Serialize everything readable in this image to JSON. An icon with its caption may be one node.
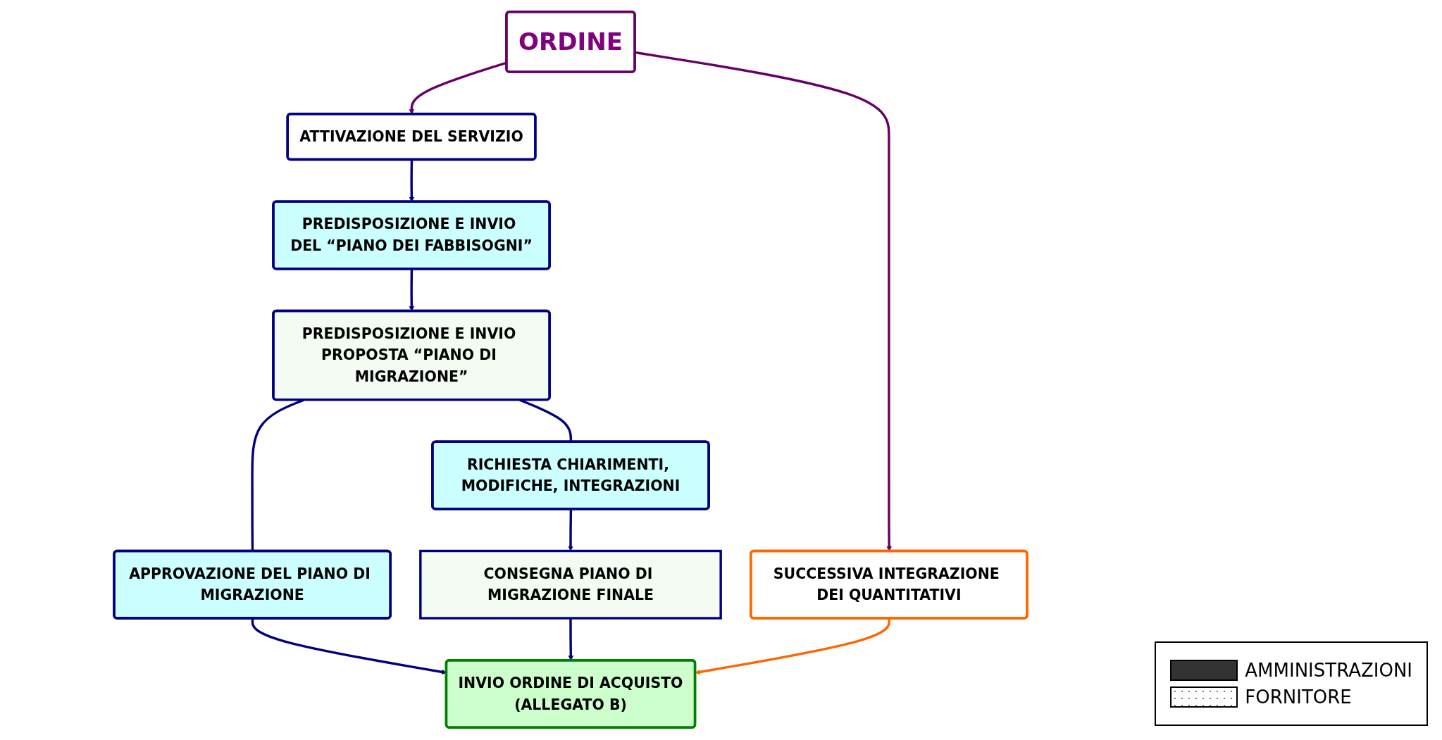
{
  "diagram": {
    "nodes": [
      {
        "text": [
          "ORDINE"
        ]
      },
      {
        "text": [
          "ATTIVAZIONE DEL SERVIZIO"
        ]
      },
      {
        "text": [
          "SUCCESSIVA INTEGRAZIONE DEI QUANTITATIVI"
        ]
      },
      {
        "text": [
          "PREDISPOSIZIONE E INVIO DEL “PIANO DEI FABBISOGNI”"
        ]
      },
      {
        "text": [
          "PREDISPOSIZIONE E INVIO PROPOSTA “PIANO DI MIGRAZIONE”"
        ]
      },
      {
        "text": [
          "RICHIESTA CHIARIMENTI, MODIFICHE, INTEGRAZIONI"
        ]
      },
      {
        "text": [
          "APPROVAZIONE DEL PIANO DI MIGRAZIONE"
        ]
      },
      {
        "text": [
          "INVIO ORDINE DI ACQUISTO",
          "(ALLEGATO B)"
        ]
      },
      {
        "text": [
          "CONSEGNA PIANO DI MIGRAZIONE FINALE"
        ]
      }
    ],
    "edges": [
      {
        "from": 0,
        "to": 1,
        "arrow": "to",
        "color": "#660066"
      },
      {
        "from": 0,
        "to": 2,
        "arrow": "to",
        "color": "#660066"
      },
      {
        "from": 1,
        "to": 3,
        "arrow": "to"
      },
      {
        "from": 3,
        "to": 4,
        "arrow": "to"
      },
      {
        "from": 4,
        "to": 5,
        "arrow": "none"
      },
      {
        "from": 4,
        "to": 6,
        "arrow": "none"
      },
      {
        "from": 6,
        "to": 7,
        "arrow": "to"
      },
      {
        "from": 5,
        "to": 8,
        "arrow": "to"
      },
      {
        "from": 8,
        "to": 7,
        "arrow": "to"
      },
      {
        "from": 2,
        "to": 7,
        "arrow": "to",
        "color": "#ff6600"
      }
    ],
    "legend": [
      {
        "text": "AMMINISTRAZIONI",
        "color": "#333333"
      },
      {
        "text": "FORNITORE"
      }
    ]
  }
}
